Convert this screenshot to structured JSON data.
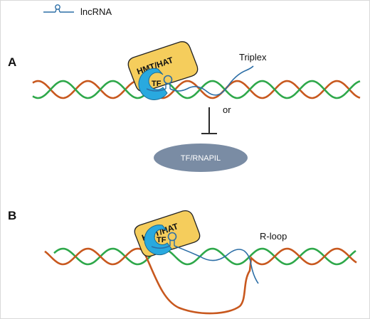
{
  "legend": {
    "label": "lncRNA"
  },
  "panels": {
    "a": {
      "letter": "A",
      "complex_label": "HMT/HAT",
      "tf_label": "TF",
      "annotation": "Triplex",
      "or_label": "or",
      "target_label": "TF/RNAPIL"
    },
    "b": {
      "letter": "B",
      "complex_label": "HMT/HAT",
      "tf_label": "TF",
      "annotation": "R-loop"
    }
  },
  "colors": {
    "strand_green": "#2ea84a",
    "strand_orange": "#c8581e",
    "lncrna_blue": "#2c6ea6",
    "complex_yellow": "#f5cd5c",
    "tf_cyan": "#29a9df",
    "target_gray": "#7a8ca4"
  }
}
